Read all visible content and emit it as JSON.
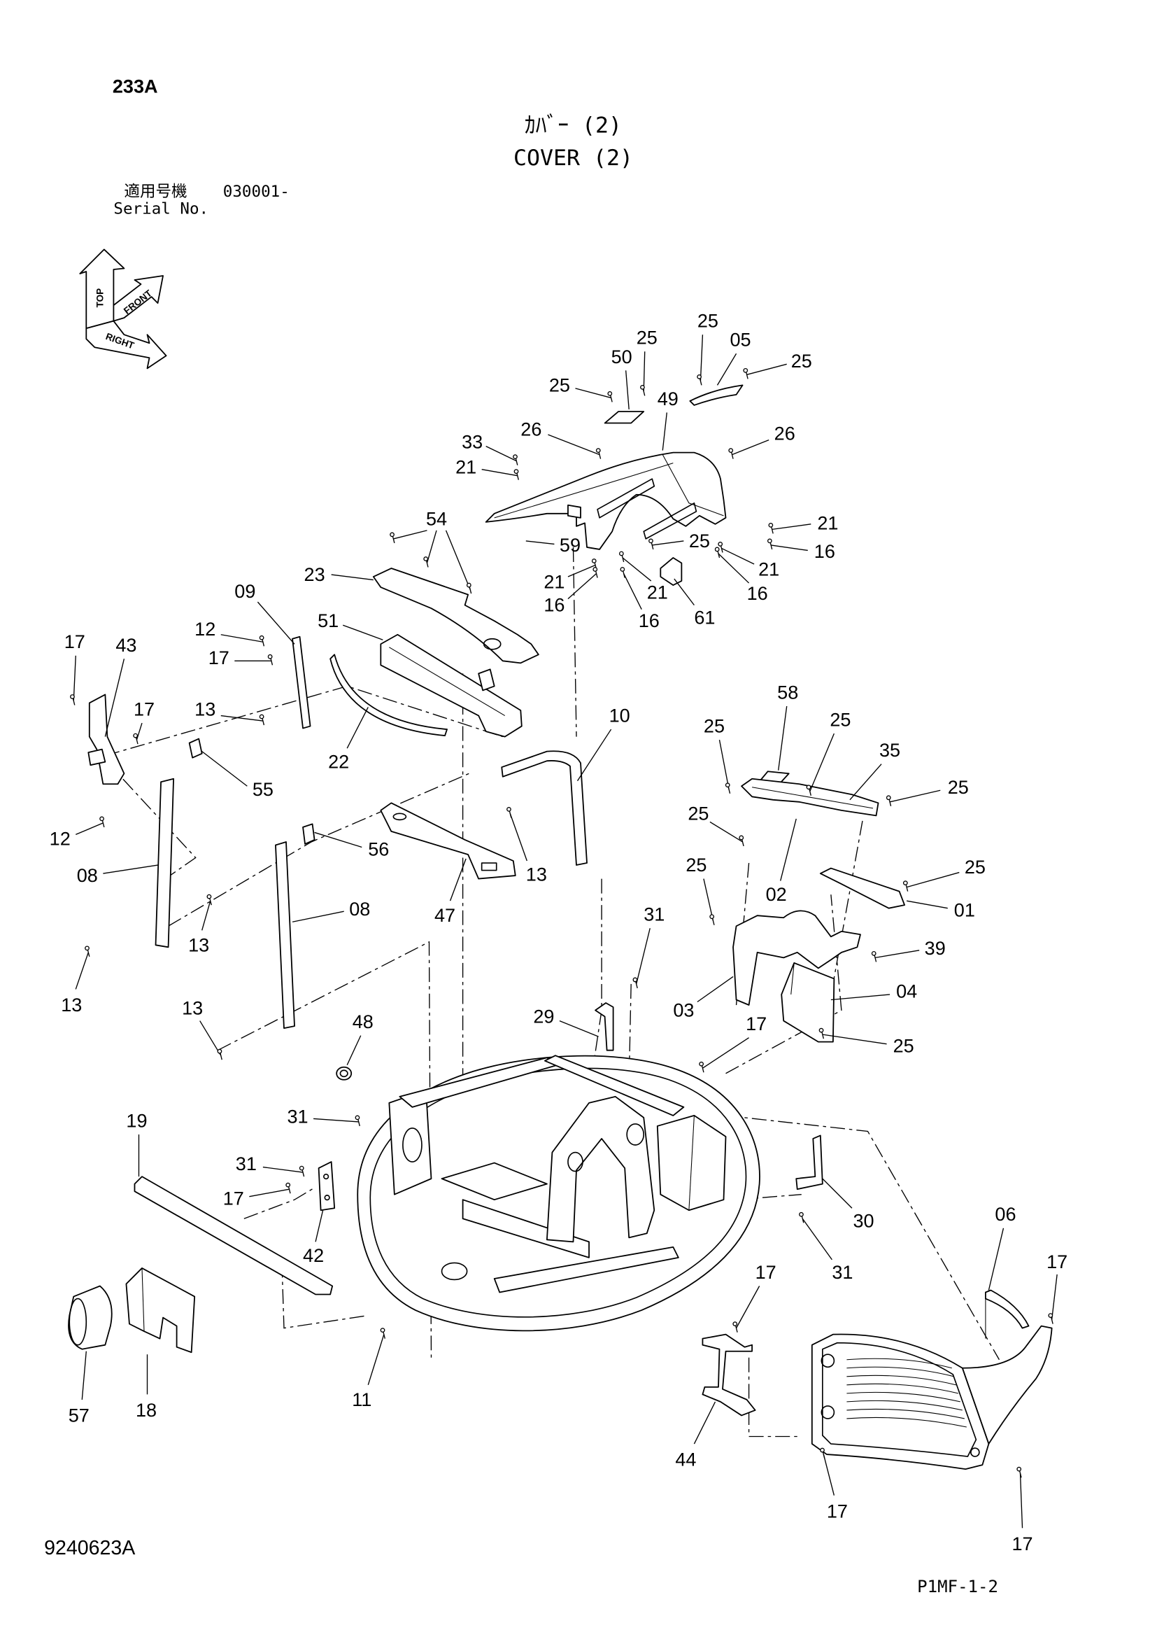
{
  "header": {
    "code": "233A",
    "title_jp": "ｶﾊﾞｰ (2)",
    "title_en": "COVER (2)",
    "serial_label_jp": "適用号機",
    "serial_from": "030001-",
    "serial_label_en": "Serial No."
  },
  "orientation": {
    "top": "TOP",
    "front": "FRONT",
    "right": "RIGHT"
  },
  "callouts": [
    "25",
    "25",
    "05",
    "50",
    "25",
    "25",
    "49",
    "26",
    "26",
    "33",
    "21",
    "21",
    "54",
    "59",
    "25",
    "16",
    "23",
    "21",
    "21",
    "16",
    "21",
    "16",
    "16",
    "61",
    "09",
    "51",
    "12",
    "17",
    "17",
    "43",
    "17",
    "13",
    "22",
    "55",
    "12",
    "08",
    "56",
    "13",
    "47",
    "08",
    "13",
    "13",
    "13",
    "10",
    "58",
    "25",
    "25",
    "35",
    "25",
    "25",
    "25",
    "25",
    "02",
    "01",
    "31",
    "39",
    "04",
    "03",
    "17",
    "25",
    "29",
    "48",
    "19",
    "31",
    "31",
    "17",
    "42",
    "30",
    "06",
    "17",
    "31",
    "17",
    "11",
    "57",
    "18",
    "44",
    "17",
    "17"
  ],
  "footer": {
    "figure_no": "9240623A",
    "page_ref": "P1MF-1-2"
  }
}
